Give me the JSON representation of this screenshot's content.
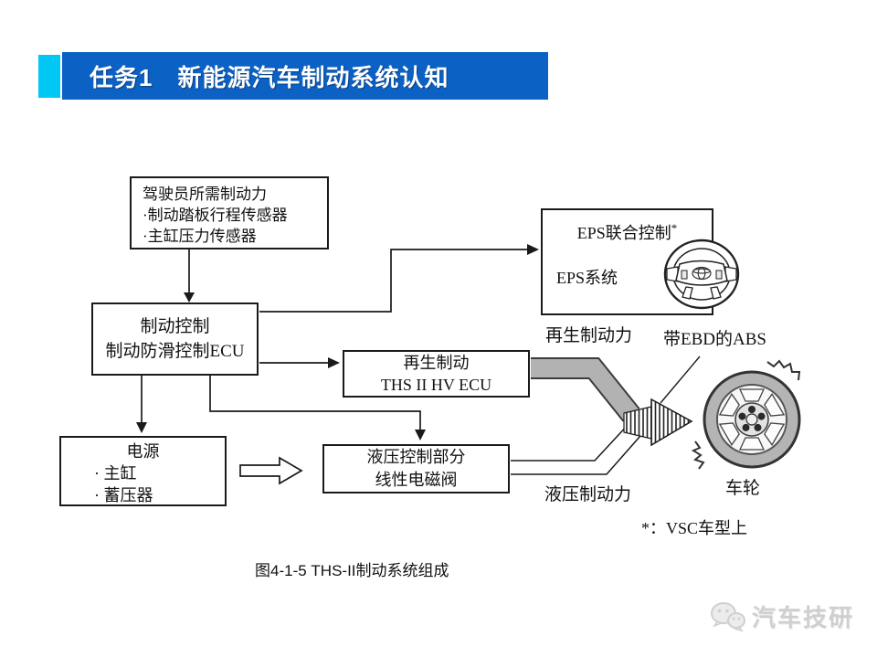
{
  "slide": {
    "header": {
      "title": "任务1　新能源汽车制动系统认知"
    },
    "colors": {
      "header_bar": "#0c61c5",
      "header_accent": "#00c7f4",
      "band_gray": "#b2b2b2",
      "line_black": "#1a1a1a",
      "watermark_gray": "#cfcfcf"
    },
    "diagram": {
      "boxes": {
        "driver": {
          "lines": [
            "驾驶员所需制动力",
            "·制动踏板行程传感器",
            "·主缸压力传感器"
          ]
        },
        "brake_ecu": {
          "lines": [
            "制动控制",
            "制动防滑控制ECU"
          ]
        },
        "power": {
          "lines": [
            "电源",
            "· 主缸",
            "· 蓄压器"
          ]
        },
        "eps": {
          "title": "EPS联合控制",
          "footnote_mark": "*",
          "system": "EPS系统"
        },
        "regen": {
          "lines": [
            "再生制动",
            "THS II HV ECU"
          ]
        },
        "hydraulic": {
          "lines": [
            "液压控制部分",
            "线性电磁阀"
          ]
        }
      },
      "labels": {
        "regen_force": "再生制动力",
        "abs": "带EBD的ABS",
        "hydraulic_force": "液压制动力",
        "wheel": "车轮",
        "footnote": "*：VSC车型上"
      },
      "icons": {
        "steering_wheel": "steering-wheel-icon",
        "road_wheel": "wheel-icon"
      },
      "caption": "图4-1-5  THS-II制动系统组成"
    },
    "footer": {
      "brand": "汽车技研"
    }
  }
}
